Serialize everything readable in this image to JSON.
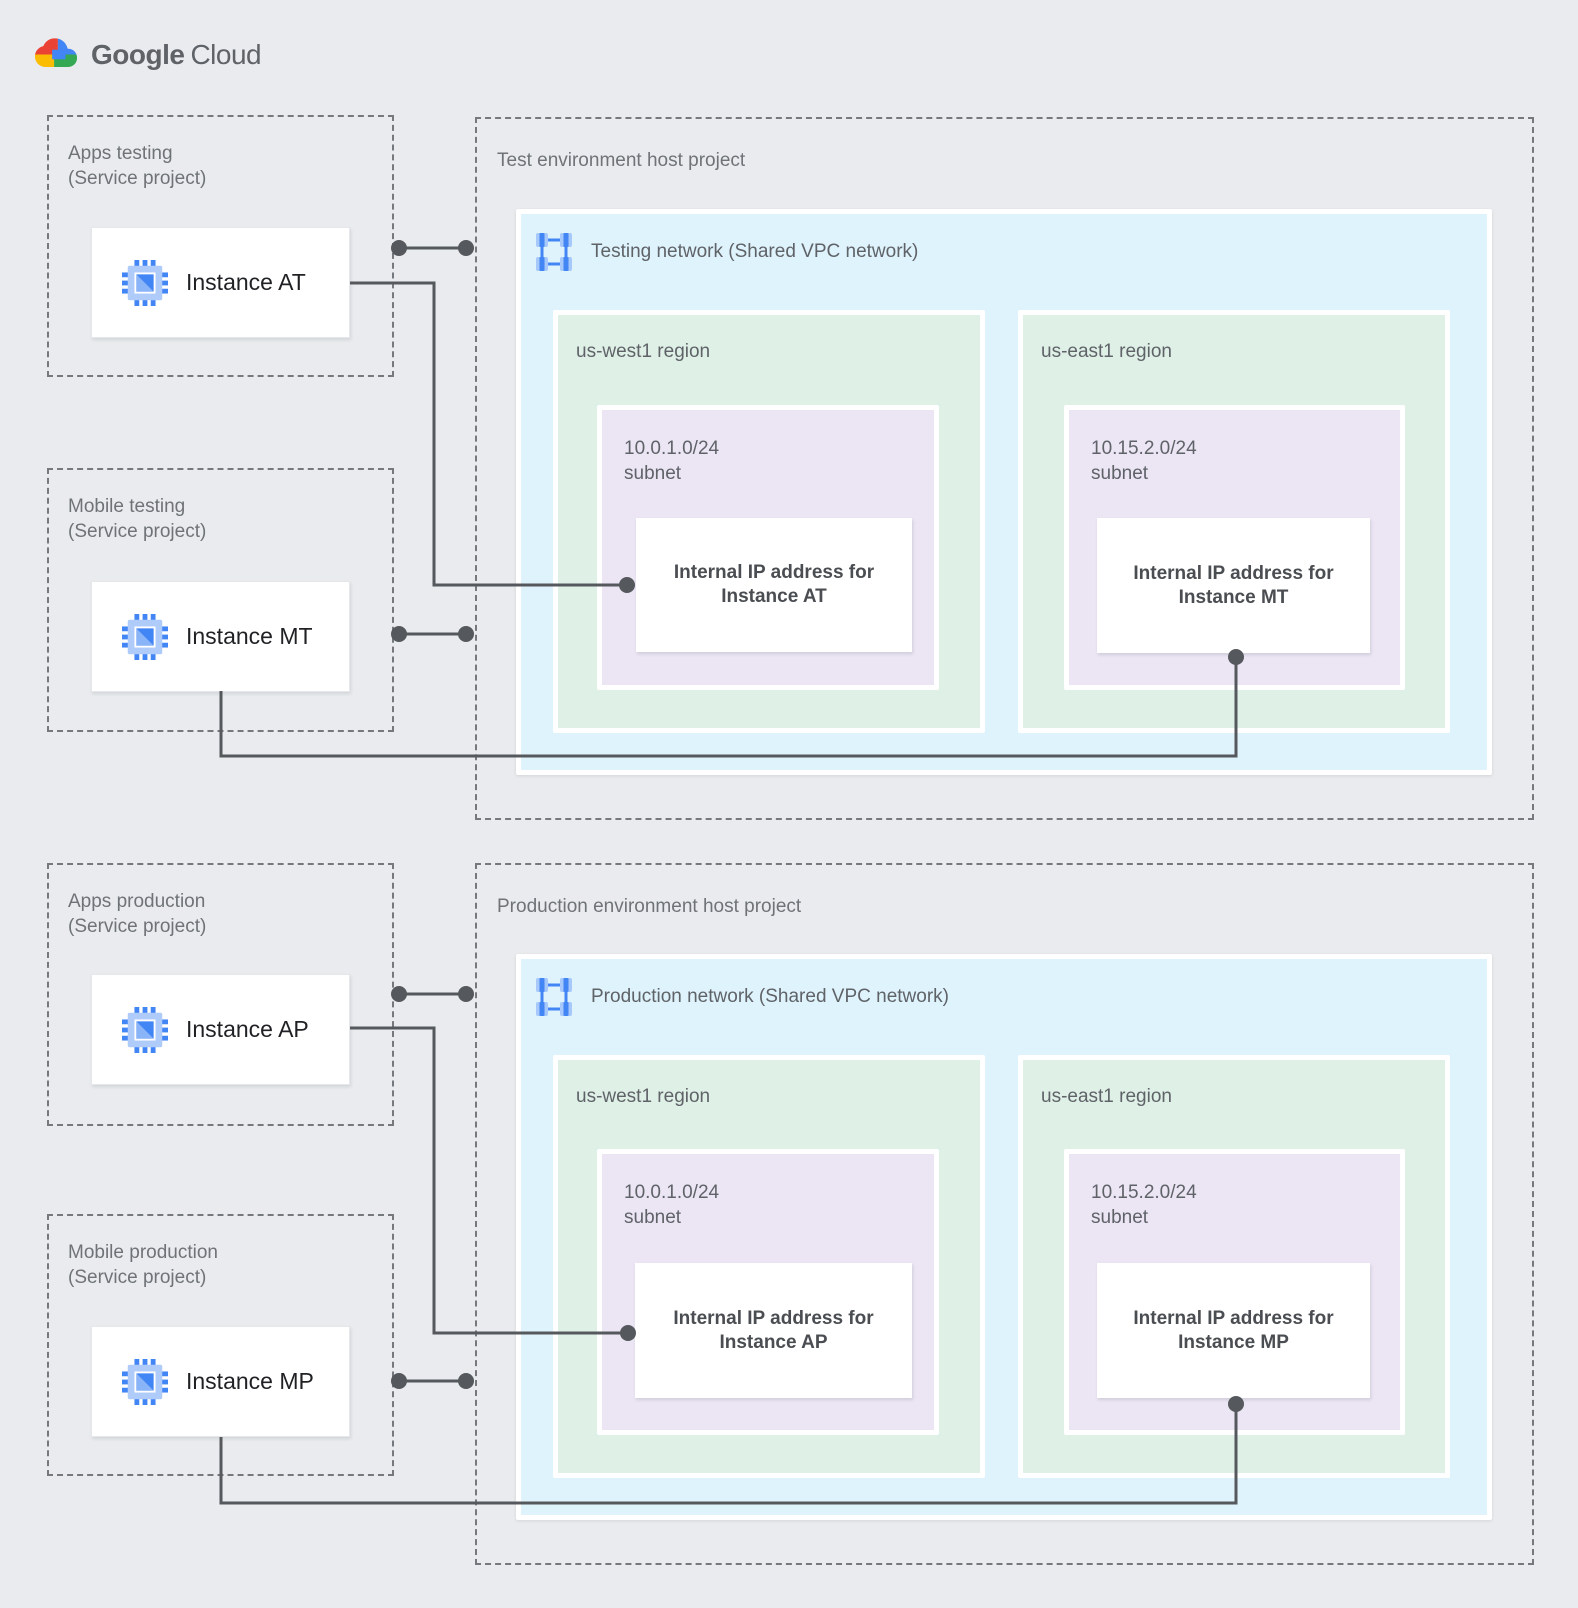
{
  "logo": {
    "brand": "Google",
    "product": "Cloud"
  },
  "colors": {
    "background": "#E9EBEE",
    "network_blue": "#DFF3FC",
    "region_green": "#DFF0E7",
    "subnet_purple": "#EBE5F4",
    "connector_gray": "#55585C",
    "dashed_border_gray": "#75797D",
    "icon_blue": "#4285F4",
    "icon_blue_light": "#AECBFA",
    "logo_red": "#EA4335",
    "logo_blue": "#4285F4",
    "logo_yellow": "#FBBC04",
    "logo_green": "#34A853"
  },
  "test": {
    "host_title": "Test environment host project",
    "network_label": "Testing network (Shared VPC network)",
    "service_projects": [
      {
        "name": "Apps testing",
        "type": "(Service project)",
        "instance": "Instance AT"
      },
      {
        "name": "Mobile testing",
        "type": "(Service project)",
        "instance": "Instance MT"
      }
    ],
    "regions": [
      {
        "name": "us-west1 region",
        "cidr": "10.0.1.0/24",
        "subnet_word": "subnet",
        "ip_line1": "Internal IP address for",
        "ip_line2": "Instance AT"
      },
      {
        "name": "us-east1 region",
        "cidr": "10.15.2.0/24",
        "subnet_word": "subnet",
        "ip_line1": "Internal IP address for",
        "ip_line2": "Instance MT"
      }
    ]
  },
  "production": {
    "host_title": "Production environment host project",
    "network_label": "Production network (Shared VPC network)",
    "service_projects": [
      {
        "name": "Apps production",
        "type": "(Service project)",
        "instance": "Instance AP"
      },
      {
        "name": "Mobile production",
        "type": "(Service project)",
        "instance": "Instance MP"
      }
    ],
    "regions": [
      {
        "name": "us-west1 region",
        "cidr": "10.0.1.0/24",
        "subnet_word": "subnet",
        "ip_line1": "Internal IP address for",
        "ip_line2": "Instance AP"
      },
      {
        "name": "us-east1 region",
        "cidr": "10.15.2.0/24",
        "subnet_word": "subnet",
        "ip_line1": "Internal IP address for",
        "ip_line2": "Instance MP"
      }
    ]
  }
}
